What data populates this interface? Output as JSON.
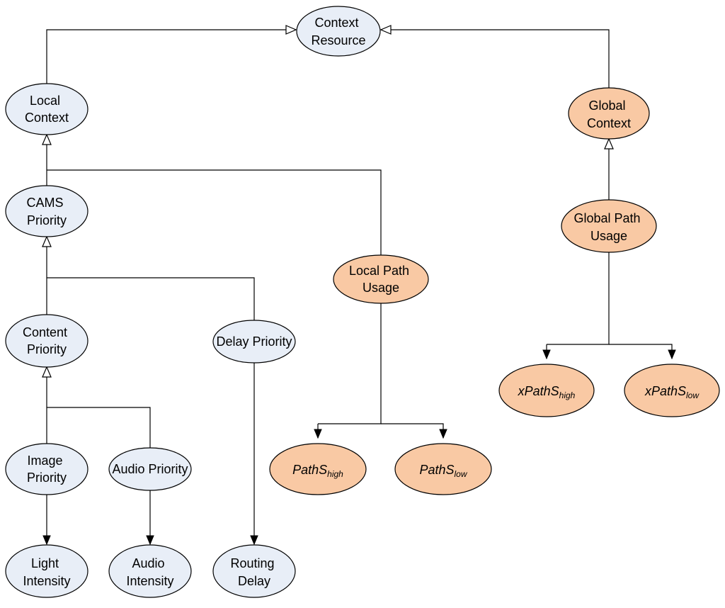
{
  "colors": {
    "blue_node_fill": "#e8eef7",
    "orange_node_fill": "#f9c9a4",
    "node_stroke": "#000000",
    "edge_stroke": "#000000"
  },
  "nodes": {
    "context_resource": {
      "line1": "Context",
      "line2": "Resource"
    },
    "local_context": {
      "line1": "Local",
      "line2": "Context"
    },
    "global_context": {
      "line1": "Global",
      "line2": "Context"
    },
    "cams_priority": {
      "line1": "CAMS",
      "line2": "Priority"
    },
    "global_path_usage": {
      "line1": "Global Path",
      "line2": "Usage"
    },
    "local_path_usage": {
      "line1": "Local Path",
      "line2": "Usage"
    },
    "content_priority": {
      "line1": "Content",
      "line2": "Priority"
    },
    "delay_priority": {
      "line1": "Delay Priority"
    },
    "xpaths_high": {
      "base": "xPathS",
      "sub": "high"
    },
    "xpaths_low": {
      "base": "xPathS",
      "sub": "low"
    },
    "image_priority": {
      "line1": "Image",
      "line2": "Priority"
    },
    "audio_priority": {
      "line1": "Audio Priority"
    },
    "paths_high": {
      "base": "PathS",
      "sub": "high"
    },
    "paths_low": {
      "base": "PathS",
      "sub": "low"
    },
    "light_intensity": {
      "line1": "Light",
      "line2": "Intensity"
    },
    "audio_intensity": {
      "line1": "Audio",
      "line2": "Intensity"
    },
    "routing_delay": {
      "line1": "Routing",
      "line2": "Delay"
    }
  }
}
